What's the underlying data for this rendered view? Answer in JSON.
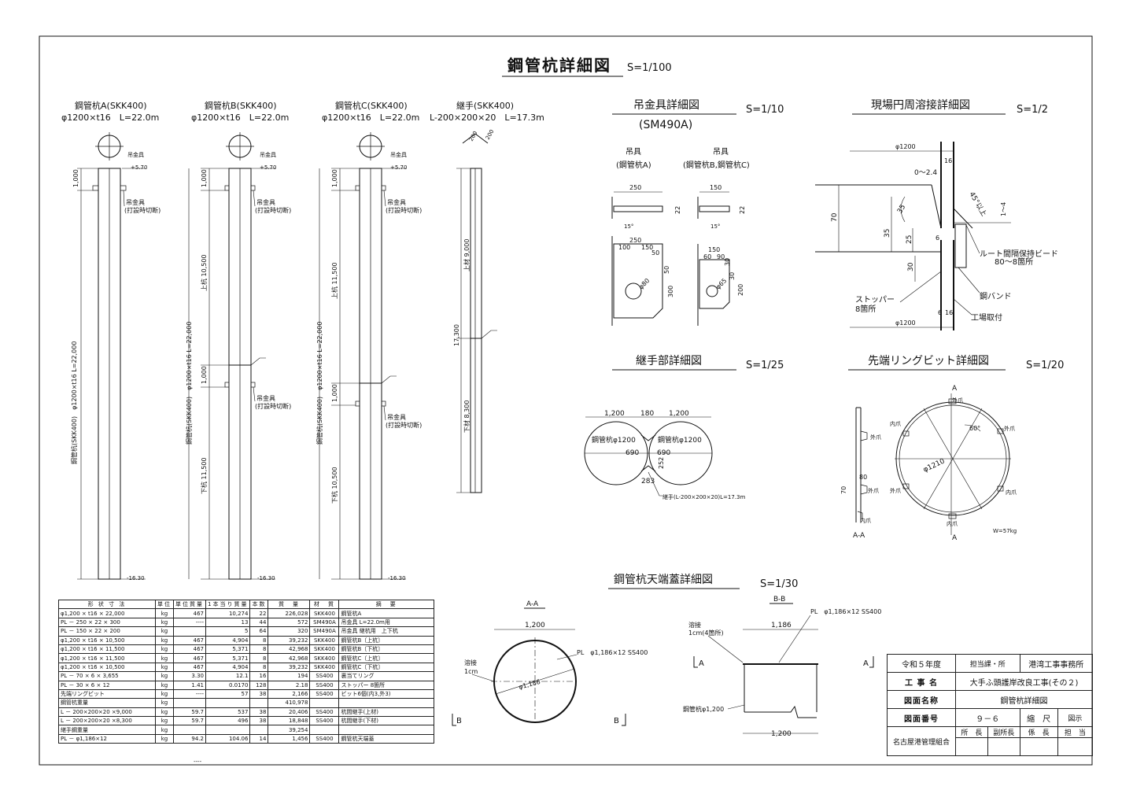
{
  "title": {
    "main": "鋼管杭詳細図",
    "scale": "S=1/100"
  },
  "piles": [
    {
      "name": "鋼管杭A(SKK400)",
      "spec": "φ1200×t16　L=22.0m",
      "top_level": "+5.70",
      "bottom_level": "-16.30",
      "dim_top": "1,000",
      "total_label": "鋼管杭(SKK400)　φ1200×t16 L=22,000",
      "lug_label": "吊金具",
      "cut_label_1": "吊金具",
      "cut_label_2": "(打設時切断)"
    },
    {
      "name": "鋼管杭B(SKK400)",
      "spec": "φ1200×t16　L=22.0m",
      "top_level": "+5.70",
      "bottom_level": "-16.30",
      "dim_top": "1,000",
      "upper_label": "上杭 10,500",
      "lower_label": "下杭 11,500",
      "dim_joint": "1,000",
      "total_label": "鋼管杭(SKK400)　φ1200×t16 L=22,000",
      "lug_label": "吊金具",
      "cut_label_1": "吊金具",
      "cut_label_2": "(打設時切断)",
      "cut2_label_1": "吊金具",
      "cut2_label_2": "(打設時切断)"
    },
    {
      "name": "鋼管杭C(SKK400)",
      "spec": "φ1200×t16　L=22.0m",
      "top_level": "+5.70",
      "bottom_level": "-16.30",
      "dim_top": "1,000",
      "upper_label": "上杭 11,500",
      "lower_label": "下杭 10,500",
      "dim_joint": "1,000",
      "total_label": "鋼管杭(SKK400)　φ1200×t16 L=22,000",
      "lug_label": "吊金具",
      "cut_label_1": "吊金具",
      "cut_label_2": "(打設時切断)",
      "cut2_label_1": "吊金具",
      "cut2_label_2": "(打設時切断)"
    }
  ],
  "joint_member": {
    "name": "継手(SKK400)",
    "spec": "L-200×200×20　L=17.3m",
    "dim_a": "200",
    "dim_b": "200",
    "upper": "上材 9,000",
    "lower": "下材 8,300",
    "total": "17,300"
  },
  "lug_detail": {
    "title": "吊金具詳細図",
    "scale": "S=1/10",
    "material": "(SM490A)",
    "left_label_1": "吊具",
    "left_label_2": "(鋼管杭A)",
    "right_label_1": "吊具",
    "right_label_2": "(鋼管杭B,鋼管杭C)",
    "left_dims": {
      "w": "250",
      "t": "22",
      "w2": "250",
      "a": "100",
      "b": "150",
      "c": "50",
      "d": "50",
      "hole": "φ80",
      "h": "300",
      "bev": "15°"
    },
    "right_dims": {
      "w": "150",
      "t": "22",
      "w2": "150",
      "a": "60",
      "b": "90",
      "c": "30",
      "d": "30",
      "hole": "φ65",
      "h": "200",
      "bev": "15°"
    }
  },
  "weld_detail": {
    "title": "現場円周溶接詳細図",
    "scale": "S=1/2",
    "d1": "φ1200",
    "d2": "φ1200",
    "gap": "0～2.4",
    "t16": "16",
    "t16b": "16",
    "h70": "70",
    "h35": "35",
    "h35b": "35",
    "h25": "25",
    "h30": "30",
    "w6": "6",
    "w6b": "6",
    "angle": "45°以上",
    "gap2": "1～4",
    "bead": "ルート間隔保持ビード",
    "bead_count": "80～8箇所",
    "band": "鋼バンド",
    "stopper": "ストッパー",
    "stopper_count": "8箇所",
    "factory": "工場取付"
  },
  "joint_detail": {
    "title": "継手部詳細図",
    "scale": "S=1/25",
    "w1": "1,200",
    "gap": "180",
    "w2": "1,200",
    "pile_l": "鋼管杭φ1200",
    "pile_r": "鋼管杭φ1200",
    "r1": "690",
    "r2": "690",
    "d252": "252",
    "d283": "283",
    "angle_label": "継手(L-200×200×20)L=17.3m"
  },
  "ring_detail": {
    "title": "先端リングビット詳細図",
    "scale": "S=1/20",
    "sec_a": "A",
    "sec_label": "A-A",
    "dia": "φ1210",
    "angle": "60°",
    "outer": "外爪",
    "inner": "内爪",
    "dim80": "80",
    "dim70": "70",
    "weight": "W=57kg"
  },
  "cap_detail": {
    "title": "鋼管杭天端蓋詳細図",
    "scale": "S=1/30",
    "aa_label": "A-A",
    "bb_label": "B-B",
    "aa_w": "1,200",
    "aa_plate": "PL　φ1,186×12 SS400",
    "aa_weld_1": "溶接",
    "aa_weld_2": "1cm",
    "aa_dia": "φ1,186",
    "sec_b": "B",
    "bb_plate": "PL　φ1,186×12 SS400",
    "bb_w": "1,186",
    "bb_weld_1": "溶接",
    "bb_weld_2": "1cm(4箇所)",
    "bb_pile": "鋼管杭φ1,200",
    "bb_bottom": "1,200",
    "sec_a": "A"
  },
  "material_table": {
    "headers": [
      "形 状 寸 法",
      "単位",
      "単位質量",
      "1本当り質量",
      "本数",
      "質　量",
      "材　質",
      "摘　要"
    ],
    "rows": [
      [
        "φ1,200 × t16 × 22,000",
        "kg",
        "467",
        "10,274",
        "22",
        "226,028",
        "SKK400",
        "鋼管杭A"
      ],
      [
        "PL － 250 × 22 × 300",
        "kg",
        "----",
        "13",
        "44",
        "572",
        "SM490A",
        "吊金具 L=22.0m用"
      ],
      [
        "PL － 150 × 22 × 200",
        "kg",
        "",
        "5",
        "64",
        "320",
        "SM490A",
        "吊金具 継杭用　上下杭"
      ],
      [
        "φ1,200 × t16 × 10,500",
        "kg",
        "467",
        "4,904",
        "8",
        "39,232",
        "SKK400",
        "鋼管杭B〔上杭〕"
      ],
      [
        "φ1,200 × t16 × 11,500",
        "kg",
        "467",
        "5,371",
        "8",
        "42,968",
        "SKK400",
        "鋼管杭B〔下杭〕"
      ],
      [
        "φ1,200 × t16 × 11,500",
        "kg",
        "467",
        "5,371",
        "8",
        "42,968",
        "SKK400",
        "鋼管杭C〔上杭〕"
      ],
      [
        "φ1,200 × t16 × 10,500",
        "kg",
        "467",
        "4,904",
        "8",
        "39,232",
        "SKK400",
        "鋼管杭C〔下杭〕"
      ],
      [
        "PL － 70 × 6 × 3,655",
        "kg",
        "3.30",
        "12.1",
        "16",
        "194",
        "SS400",
        "裏当てリング"
      ],
      [
        "PL － 30 × 6 × 12",
        "kg",
        "1.41",
        "0.0170",
        "128",
        "2.18",
        "SS400",
        "ストッパー 8箇所"
      ],
      [
        "先端リングビット",
        "kg",
        "----",
        "57",
        "38",
        "2,166",
        "SS400",
        "ビット6個(内3,外3)"
      ],
      [
        "鋼管杭重量",
        "kg",
        "",
        "",
        "",
        "410,978",
        "",
        ""
      ],
      [
        "L － 200×200×20 ×9,000",
        "kg",
        "59.7",
        "537",
        "38",
        "20,406",
        "SS400",
        "杭間継手(上材)"
      ],
      [
        "L － 200×200×20 ×8,300",
        "kg",
        "59.7",
        "496",
        "38",
        "18,848",
        "SS400",
        "杭間継手(下材)"
      ],
      [
        "継手鋼重量",
        "kg",
        "",
        "",
        "",
        "39,254",
        "",
        ""
      ],
      [
        "PL － φ1,186×12",
        "kg",
        "94.2",
        "104.06",
        "14",
        "1,456",
        "SS400",
        "鋼管杭天端蓋"
      ]
    ],
    "footer_dash": "----"
  },
  "title_block": {
    "year": "令和５年度",
    "dept_label": "担当課・所",
    "dept": "港湾工事事務所",
    "work_label": "工 事 名",
    "work": "大手ふ頭護岸改良工事(その２)",
    "drawing_label": "図面名称",
    "drawing": "鋼管杭詳細図",
    "number_label": "図面番号",
    "number": "９－６",
    "scale_label": "縮　尺",
    "scale": "図示",
    "org": "名古屋港管理組合",
    "sign": [
      "所　長",
      "副所長",
      "係　長",
      "担　当"
    ]
  }
}
